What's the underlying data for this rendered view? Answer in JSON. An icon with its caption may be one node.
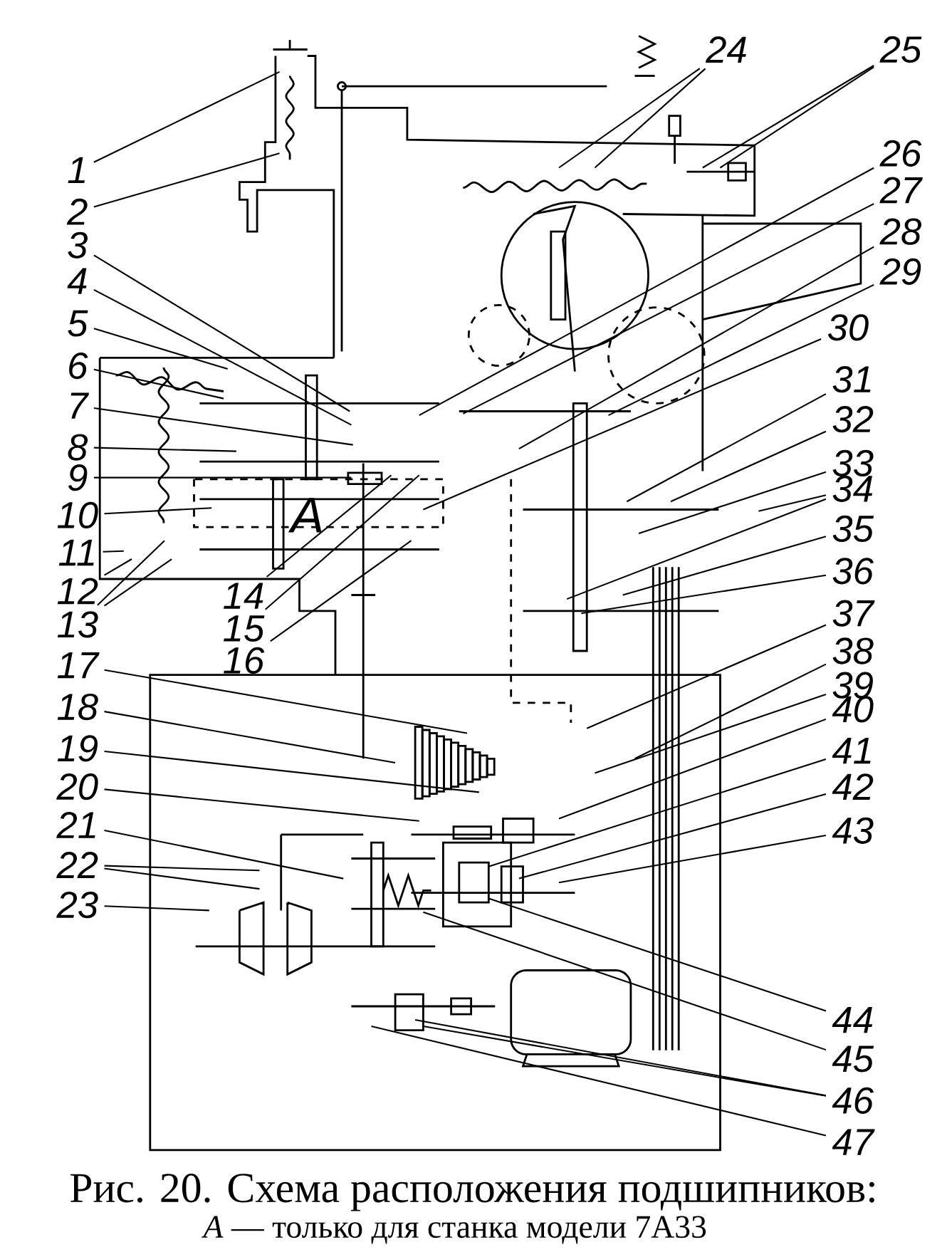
{
  "diagram": {
    "caption": "Рис. 20. Схема расположения подшипников:",
    "nodes": [
      {
        "text": [
          "1"
        ]
      },
      {
        "text": [
          "2"
        ]
      },
      {
        "text": [
          "3"
        ]
      },
      {
        "text": [
          "4"
        ]
      },
      {
        "text": [
          "5"
        ]
      },
      {
        "text": [
          "6"
        ]
      },
      {
        "text": [
          "7"
        ]
      },
      {
        "text": [
          "8"
        ]
      },
      {
        "text": [
          "9"
        ]
      },
      {
        "text": [
          "10"
        ]
      },
      {
        "text": [
          "11"
        ]
      },
      {
        "text": [
          "12"
        ]
      },
      {
        "text": [
          "13"
        ]
      },
      {
        "text": [
          "14"
        ]
      },
      {
        "text": [
          "15"
        ]
      },
      {
        "text": [
          "16"
        ]
      },
      {
        "text": [
          "17"
        ]
      },
      {
        "text": [
          "18"
        ]
      },
      {
        "text": [
          "19"
        ]
      },
      {
        "text": [
          "20"
        ]
      },
      {
        "text": [
          "21"
        ]
      },
      {
        "text": [
          "22"
        ]
      },
      {
        "text": [
          "23"
        ]
      },
      {
        "text": [
          "24"
        ]
      },
      {
        "text": [
          "25"
        ]
      },
      {
        "text": [
          "26"
        ]
      },
      {
        "text": [
          "27"
        ]
      },
      {
        "text": [
          "28"
        ]
      },
      {
        "text": [
          "29"
        ]
      },
      {
        "text": [
          "30"
        ]
      },
      {
        "text": [
          "31"
        ]
      },
      {
        "text": [
          "32"
        ]
      },
      {
        "text": [
          "33"
        ]
      },
      {
        "text": [
          "34"
        ]
      },
      {
        "text": [
          "35"
        ]
      },
      {
        "text": [
          "36"
        ]
      },
      {
        "text": [
          "37"
        ]
      },
      {
        "text": [
          "38"
        ]
      },
      {
        "text": [
          "39"
        ]
      },
      {
        "text": [
          "40"
        ]
      },
      {
        "text": [
          "41"
        ]
      },
      {
        "text": [
          "42"
        ]
      },
      {
        "text": [
          "43"
        ]
      },
      {
        "text": [
          "44"
        ]
      },
      {
        "text": [
          "45"
        ]
      },
      {
        "text": [
          "46"
        ]
      },
      {
        "text": [
          "47"
        ]
      }
    ],
    "edges": [
      {
        "from": 0,
        "to": null,
        "arrow": "none"
      },
      {
        "from": 1,
        "to": null,
        "arrow": "none"
      },
      {
        "from": 2,
        "to": null,
        "arrow": "none"
      },
      {
        "from": 3,
        "to": null,
        "arrow": "none"
      },
      {
        "from": 4,
        "to": null,
        "arrow": "none"
      },
      {
        "from": 5,
        "to": null,
        "arrow": "none"
      },
      {
        "from": 6,
        "to": null,
        "arrow": "none"
      },
      {
        "from": 7,
        "to": null,
        "arrow": "none"
      },
      {
        "from": 8,
        "to": null,
        "arrow": "none"
      },
      {
        "from": 9,
        "to": null,
        "arrow": "none"
      },
      {
        "from": 10,
        "to": null,
        "arrow": "none"
      },
      {
        "from": 11,
        "to": null,
        "arrow": "none"
      },
      {
        "from": 12,
        "to": null,
        "arrow": "none"
      },
      {
        "from": 12,
        "to": null,
        "arrow": "none"
      },
      {
        "from": 13,
        "to": null,
        "arrow": "none"
      },
      {
        "from": 14,
        "to": null,
        "arrow": "none"
      },
      {
        "from": 15,
        "to": null,
        "arrow": "none"
      },
      {
        "from": 16,
        "to": null,
        "arrow": "none"
      },
      {
        "from": 17,
        "to": null,
        "arrow": "none"
      },
      {
        "from": 18,
        "to": null,
        "arrow": "none"
      },
      {
        "from": 19,
        "to": null,
        "arrow": "none"
      },
      {
        "from": 20,
        "to": null,
        "arrow": "none"
      },
      {
        "from": 21,
        "to": null,
        "arrow": "none"
      },
      {
        "from": 21,
        "to": null,
        "arrow": "none"
      },
      {
        "from": 22,
        "to": null,
        "arrow": "none"
      },
      {
        "from": 23,
        "to": null,
        "arrow": "none"
      },
      {
        "from": 23,
        "to": null,
        "arrow": "none"
      },
      {
        "from": 24,
        "to": null,
        "arrow": "none"
      },
      {
        "from": 24,
        "to": null,
        "arrow": "none"
      },
      {
        "from": 25,
        "to": null,
        "arrow": "none"
      },
      {
        "from": 26,
        "to": null,
        "arrow": "none"
      },
      {
        "from": 27,
        "to": null,
        "arrow": "none"
      },
      {
        "from": 28,
        "to": null,
        "arrow": "none"
      },
      {
        "from": 29,
        "to": null,
        "arrow": "none"
      },
      {
        "from": 30,
        "to": null,
        "arrow": "none"
      },
      {
        "from": 31,
        "to": null,
        "arrow": "none"
      },
      {
        "from": 32,
        "to": null,
        "arrow": "none"
      },
      {
        "from": 33,
        "to": null,
        "arrow": "none"
      },
      {
        "from": 33,
        "to": null,
        "arrow": "none"
      },
      {
        "from": 34,
        "to": null,
        "arrow": "none"
      },
      {
        "from": 35,
        "to": null,
        "arrow": "none"
      },
      {
        "from": 36,
        "to": null,
        "arrow": "none"
      },
      {
        "from": 37,
        "to": null,
        "arrow": "none"
      },
      {
        "from": 38,
        "to": null,
        "arrow": "none"
      },
      {
        "from": 39,
        "to": null,
        "arrow": "none"
      },
      {
        "from": 40,
        "to": null,
        "arrow": "none"
      },
      {
        "from": 41,
        "to": null,
        "arrow": "none"
      },
      {
        "from": 42,
        "to": null,
        "arrow": "none"
      },
      {
        "from": 43,
        "to": null,
        "arrow": "none"
      },
      {
        "from": 44,
        "to": null,
        "arrow": "none"
      },
      {
        "from": 45,
        "to": null,
        "arrow": "none"
      },
      {
        "from": 45,
        "to": null,
        "arrow": "none"
      },
      {
        "from": 46,
        "to": null,
        "arrow": "none"
      }
    ],
    "labels": [
      "A",
      "*A* — только для станка модели 7А33"
    ]
  }
}
